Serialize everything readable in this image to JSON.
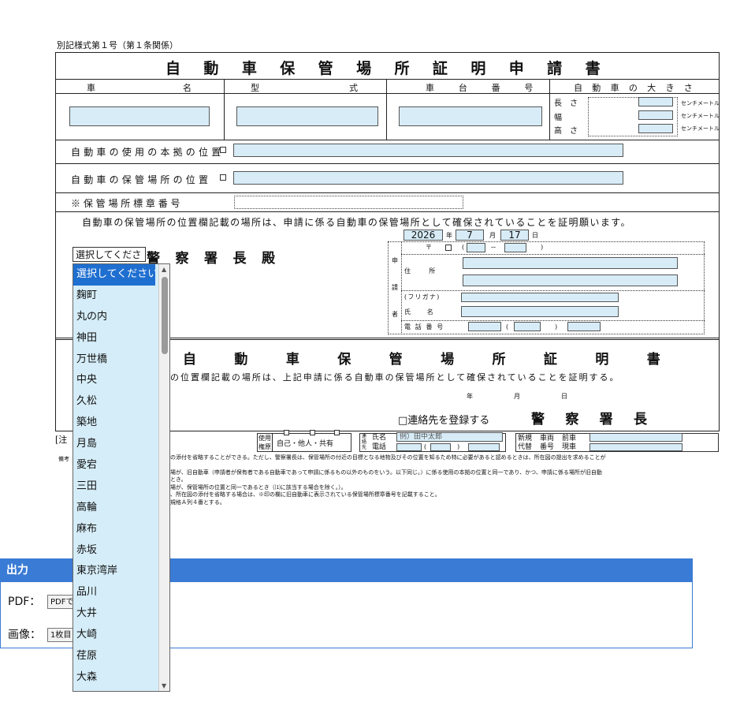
{
  "form_id": "別記様式第１号（第１条関係）",
  "title": "自 動 車 保 管 場 所 証 明 申 請 書",
  "header_cols": {
    "car_name": [
      "車",
      "名"
    ],
    "model": [
      "型",
      "式"
    ],
    "chassis": "車　台　番　号",
    "size": "自 動 車 の 大 き さ"
  },
  "size_labels": {
    "length": "長　さ",
    "width": "幅",
    "height": "高　さ",
    "unit": "センチメートル"
  },
  "rows": {
    "usage_location": "自動車の使用の本拠の位置",
    "storage_location": "自動車の保管場所の位置",
    "sticker_no": "※ 保 管 場 所 標 章 番 号"
  },
  "request_text": "自動車の保管場所の位置欄記載の場所は、申請に係る自動車の保管場所として確保されていることを証明願います。",
  "date": {
    "year": "2026",
    "year_label": "年",
    "month": "7",
    "month_label": "月",
    "day": "17",
    "day_label": "日"
  },
  "police_select_value": "選択してくださ",
  "police_addr": "警 察 署 長 殿",
  "applicant": {
    "side": [
      "申",
      "請",
      "者"
    ],
    "postal": "〒",
    "postal_paren_open": "(",
    "postal_dash": "－",
    "postal_paren_close": ")",
    "address": "住　　所",
    "furigana": "(フリガナ)",
    "name": "氏　　名",
    "phone": "電 話 番 号",
    "phone_paren_open": "(",
    "phone_paren_close": ")"
  },
  "cert_title": "自 動 車 保 管 場 所 証 明 書",
  "cert_text": "の位置欄記載の場所は、上記申請に係る自動車の保管場所として確保されていることを証明する。",
  "cert_date": {
    "year": "年",
    "month": "月",
    "day": "日"
  },
  "register_contact": "□連絡先を登録する",
  "police_chief": "警 察 署 長",
  "notes_label": "[注",
  "remarks_label": "備考",
  "bottom": {
    "use_right": [
      "使用",
      "権原"
    ],
    "use_options": "自己・他人・共有",
    "contact": [
      "連",
      "絡",
      "先"
    ],
    "name_label": "氏名",
    "name_value": "例）田中太郎",
    "phone_label": "電話",
    "phone_paren_open": "(",
    "phone_paren_close": ")",
    "new_replace": [
      "新規",
      "代替"
    ],
    "plate": [
      "車両",
      "番号"
    ],
    "prev_car": "前車",
    "current_car": "現車"
  },
  "notes_lines": [
    "の添付を省略することができる。ただし、警察署長は、保管場所の付近の目標となる地物及びその位置を知るため特に必要があると認めるときは、所在図の提出を求めることが",
    "",
    "場が、旧自動車（申請者が保有者である自動車であって申請に係るもの以外のものをいう。以下同じ。）に係る使用の本拠の位置と同一であり、かつ、申請に係る場所が旧自動",
    "とき。",
    "場が、保管場所の位置と同一であるとき（⑴に該当する場合を除く。）。",
    "、所在図の添付を省略する場合は、※印の欄に旧自動車に表示されている保管場所標章番号を記載すること。",
    "規格Ａ列４番とする。"
  ],
  "output": {
    "header": "出力",
    "pdf_label": "PDF：",
    "pdf_btn": "PDFで",
    "image_label": "画像：",
    "image_btn": "1枚目"
  },
  "dropdown_options": [
    "選択してください",
    "麹町",
    "丸の内",
    "神田",
    "万世橋",
    "中央",
    "久松",
    "築地",
    "月島",
    "愛宕",
    "三田",
    "高輪",
    "麻布",
    "赤坂",
    "東京湾岸",
    "品川",
    "大井",
    "大崎",
    "荏原",
    "大森"
  ],
  "dropdown_selected": "選択してください",
  "colors": {
    "field": "#d7ecf7",
    "selected": "#1f6fd1",
    "output_header": "#3a7bd5"
  }
}
